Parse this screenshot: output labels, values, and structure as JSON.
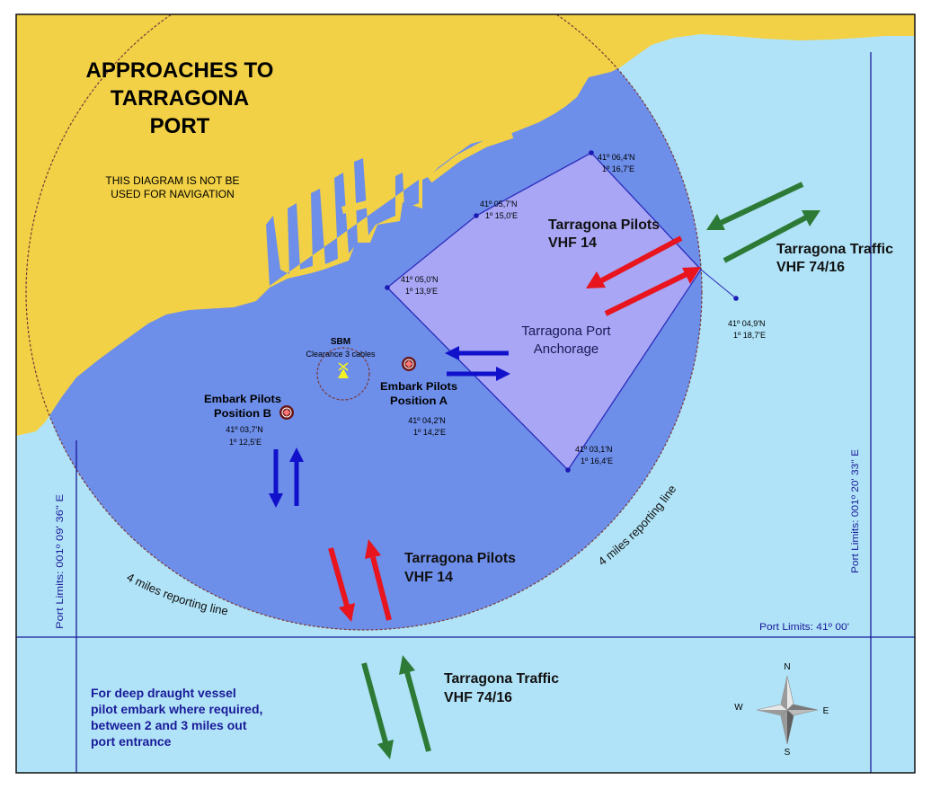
{
  "title": {
    "line1": "APPROACHES TO",
    "line2": "TARRAGONA",
    "line3": "PORT"
  },
  "disclaimer": {
    "line1": "THIS DIAGRAM IS NOT BE",
    "line2": "USED FOR NAVIGATION"
  },
  "anchorage": {
    "label_line1": "Tarragona Port",
    "label_line2": "Anchorage",
    "corners": [
      {
        "lat": "41º 06,4'N",
        "lon": "1º 16,7'E"
      },
      {
        "lat": "41º 05,7'N",
        "lon": "1º 15,0'E"
      },
      {
        "lat": "41º 05,0'N",
        "lon": "1º 13,9'E"
      },
      {
        "lat": "41º 04,9'N",
        "lon": "1º 18,7'E"
      },
      {
        "lat": "41º 03,1'N",
        "lon": "1º 16,4'E"
      }
    ]
  },
  "pilots_upper": {
    "line1": "Tarragona Pilots",
    "line2": "VHF 14"
  },
  "pilots_lower": {
    "line1": "Tarragona Pilots",
    "line2": "VHF 14"
  },
  "traffic_upper": {
    "line1": "Tarragona Traffic",
    "line2": "VHF 74/16"
  },
  "traffic_lower": {
    "line1": "Tarragona Traffic",
    "line2": "VHF 74/16"
  },
  "sbm": {
    "label": "SBM",
    "clearance": "Clearance 3 cables"
  },
  "position_a": {
    "line1": "Embark Pilots",
    "line2": "Position A",
    "lat": "41º 04,2'N",
    "lon": "1º 14,2'E"
  },
  "position_b": {
    "line1": "Embark Pilots",
    "line2": "Position B",
    "lat": "41º 03,7'N",
    "lon": "1º 12,5'E"
  },
  "reporting_line": {
    "left": "4 miles reporting line",
    "right": "4 miles reporting line"
  },
  "port_limits": {
    "west": "Port Limits: 001º 09' 36'' E",
    "east": "Port Limits: 001º 20' 33'' E",
    "south": "Port Limits: 41º 00'"
  },
  "note": {
    "line1": "For deep draught vessel",
    "line2": "pilot embark where required,",
    "line3": "between 2 and 3 miles out",
    "line4": "port entrance"
  },
  "compass": {
    "n": "N",
    "s": "S",
    "e": "E",
    "w": "W"
  },
  "colors": {
    "land": "#f2d146",
    "inner_sea": "#6d8ee9",
    "outer_sea": "#b0e3f7",
    "anchorage": "#a8a6f5",
    "pilot_arrow": "#e8141e",
    "traffic_arrow": "#2d7a37",
    "embark_arrow": "#1111cc",
    "limit_line": "#1a1a99"
  }
}
